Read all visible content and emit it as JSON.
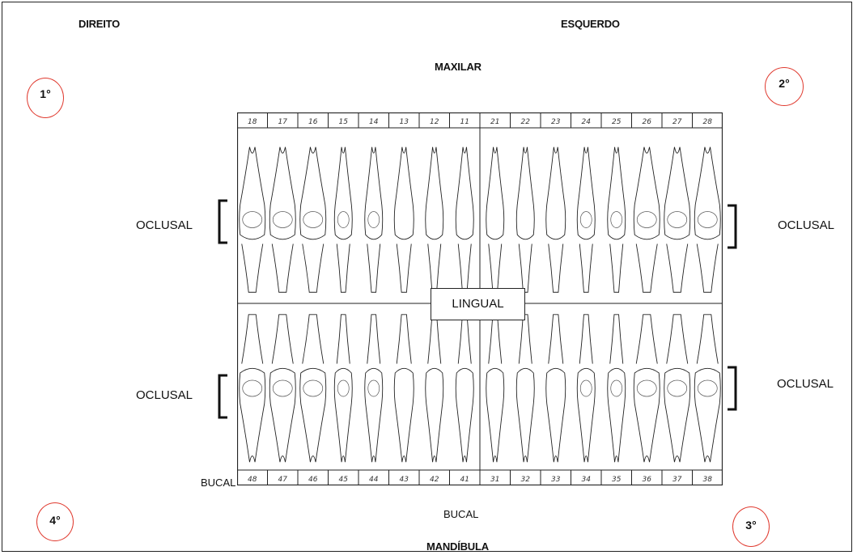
{
  "labels": {
    "direito": "DIREITO",
    "esquerdo": "ESQUERDO",
    "maxilar": "MAXILAR",
    "mandibula": "MANDÍBULA",
    "lingual": "LINGUAL",
    "oclusal": "OCLUSAL",
    "bucal": "BUCAL"
  },
  "quadrants": {
    "q1": "1°",
    "q2": "2°",
    "q3": "3°",
    "q4": "4°"
  },
  "quadrant_color": "#e03a2f",
  "teeth": {
    "upper": [
      "18",
      "17",
      "16",
      "15",
      "14",
      "13",
      "12",
      "11",
      "21",
      "22",
      "23",
      "24",
      "25",
      "26",
      "27",
      "28"
    ],
    "lower": [
      "48",
      "47",
      "46",
      "45",
      "44",
      "43",
      "42",
      "41",
      "31",
      "32",
      "33",
      "34",
      "35",
      "36",
      "37",
      "38"
    ]
  },
  "tooth_types": [
    "molar",
    "molar",
    "molar",
    "premolar",
    "premolar",
    "canine",
    "incisor",
    "incisor",
    "incisor",
    "incisor",
    "canine",
    "premolar",
    "premolar",
    "molar",
    "molar",
    "molar"
  ]
}
